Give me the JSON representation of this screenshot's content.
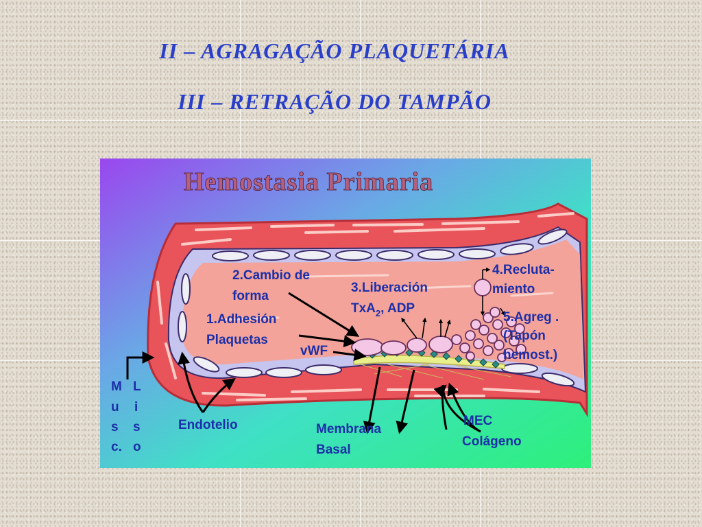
{
  "slide": {
    "heading_1": "II – AGRAGAÇÃO PLAQUETÁRIA",
    "heading_2": "III – RETRAÇÃO DO TAMPÃO"
  },
  "diagram": {
    "title": "Hemostasia Primaria",
    "labels": {
      "shape_change_1": "2.Cambio de",
      "shape_change_2": "forma",
      "release_1": "3.Liberación",
      "release_2a": "TxA",
      "release_2sub": "2",
      "release_2b": ", ADP",
      "recruit_1": "4.Recluta-",
      "recruit_2": "miento",
      "adhesion_1": "1.Adhesión",
      "adhesion_2": "Plaquetas",
      "vwf": "vWF",
      "aggreg_1": "5.Agreg .",
      "aggreg_2": "(Tapón",
      "aggreg_3": "hemost.)",
      "muscle_col1": [
        "M",
        "u",
        "s",
        "c."
      ],
      "muscle_col2": [
        "L",
        "i",
        "s",
        "o"
      ],
      "endothelium": "Endotelio",
      "basal_1": "Membrana",
      "basal_2": "Basal",
      "ecm_1": "MEC",
      "ecm_2": "Colágeno"
    },
    "colors": {
      "heading": "#2a3fc9",
      "label": "#1c2fa8",
      "vessel_wall": "#e8545a",
      "lumen": "#f3a39a",
      "endothelium": "#c5c5ef",
      "platelet": "#f4c7e6",
      "collagen": "#e9ef8a",
      "deposit": "#2c8d86"
    }
  }
}
